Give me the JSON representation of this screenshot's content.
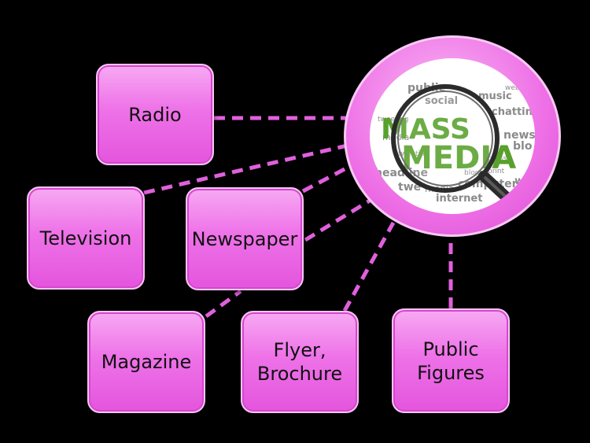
{
  "hub": {
    "title_line1": "MASS",
    "title_line2": "MEDIA",
    "cloud_words": [
      "public",
      "social",
      "music",
      "web",
      "press",
      "chatting",
      "news",
      "media",
      "blo",
      "tweeting",
      "headline",
      "computer",
      "internet",
      "print",
      "blogs",
      "twe",
      "press",
      "we",
      "information"
    ],
    "title_color": "#58a12c",
    "ring_color": "#ee6fe6"
  },
  "nodes": {
    "radio": "Radio",
    "television": "Television",
    "newspaper": "Newspaper",
    "magazine": "Magazine",
    "flyer": "Flyer,\nBrochure",
    "public": "Public\nFigures"
  },
  "colors": {
    "node_fill": "#ee72e8",
    "connector": "#e060dc",
    "background": "#000000"
  }
}
